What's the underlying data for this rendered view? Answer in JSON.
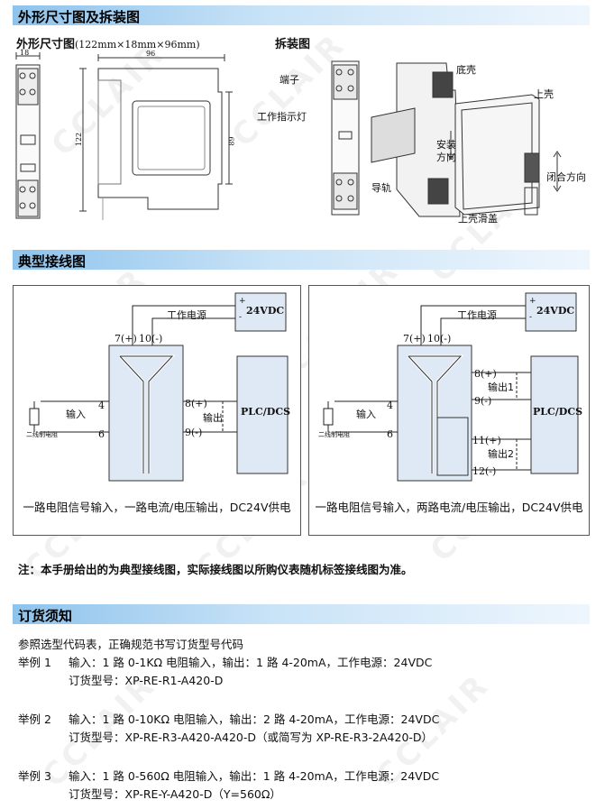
{
  "sections": {
    "dimensions": "外形尺寸图及拆装图",
    "wiring": "典型接线图",
    "ordering": "订货须知"
  },
  "dim": {
    "title": "外形尺寸图",
    "spec": "(122mm×18mm×96mm)",
    "d18": "18",
    "d96": "96",
    "d122": "122",
    "d89": "89"
  },
  "disassembly": {
    "title": "拆装图",
    "terminal": "端子",
    "indicator": "工作指示灯",
    "rail": "导轨",
    "base": "底壳",
    "top_shell": "上壳",
    "install_dir": "安装\n方向",
    "close_dir": "闭合方向",
    "top_cover": "上壳滑盖"
  },
  "wiring1": {
    "power": "工作电源",
    "vdc": "24VDC",
    "plus": "+",
    "minus": "-",
    "t7": "7(+)",
    "t10": "10(-)",
    "t4": "4",
    "t6": "6",
    "t8": "8(+)",
    "t9": "9(-)",
    "input": "输入",
    "output": "输出",
    "plc": "PLC/DCS",
    "sensor": "二线制电阻",
    "caption": "一路电阻信号输入，一路电流/电压输出，DC24V供电"
  },
  "wiring2": {
    "power": "工作电源",
    "vdc": "24VDC",
    "plus": "+",
    "minus": "-",
    "t7": "7(+)",
    "t10": "10(-)",
    "t4": "4",
    "t6": "6",
    "t8": "8(+)",
    "t9": "9(-)",
    "t11": "11(+)",
    "t12": "12(-)",
    "input": "输入",
    "output1": "输出1",
    "output2": "输出2",
    "plc": "PLC/DCS",
    "sensor": "二线制电阻",
    "caption": "一路电阻信号输入，两路电流/电压输出，DC24V供电"
  },
  "note": "注：本手册给出的为典型接线图，实际接线图以所购仪表随机标签接线图为准。",
  "ordering": {
    "intro": "参照选型代码表，正确规范书写订货型号代码",
    "examples": [
      {
        "label": "举例 1",
        "desc": "输入：1 路 0-1KΩ 电阻输入，输出：1 路 4-20mA，工作电源：24VDC",
        "model": "订货型号：XP-RE-R1-A420-D"
      },
      {
        "label": "举例 2",
        "desc": "输入：1 路 0-10KΩ 电阻输入，输出：2 路 4-20mA，工作电源：24VDC",
        "model": "订货型号：XP-RE-R3-A420-A420-D（或简写为 XP-RE-R3-2A420-D）"
      },
      {
        "label": "举例 3",
        "desc": "输入：1 路 0-560Ω 电阻输入，输出：1 路 4-20mA，工作电源：24VDC",
        "model": "订货型号：XP-RE-Y-A420-D（Y=560Ω）"
      }
    ]
  },
  "watermark": "CCLAIR"
}
